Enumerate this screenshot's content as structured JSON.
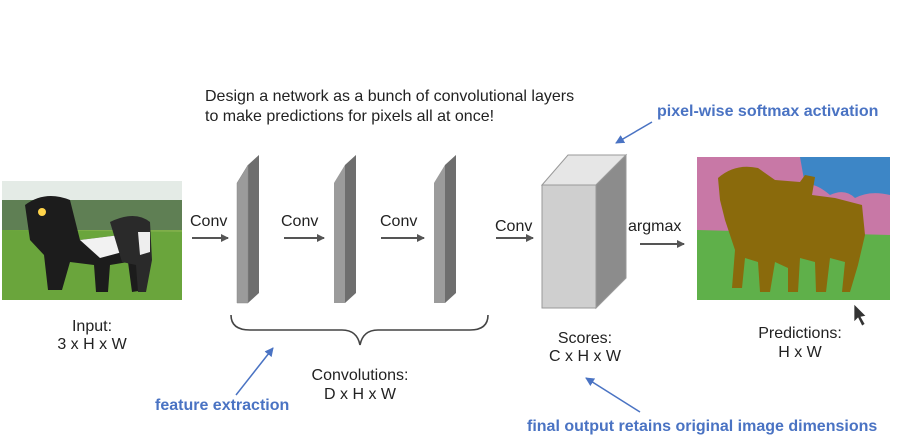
{
  "heading": {
    "line1": "Design a network as a bunch of convolutional layers",
    "line2": "to  make predictions for pixels all at once!"
  },
  "input": {
    "label": "Input:",
    "dims": "3 x H x W"
  },
  "arrows": {
    "conv1": "Conv",
    "conv2": "Conv",
    "conv3": "Conv",
    "conv4": "Conv",
    "argmax": "argmax"
  },
  "convolutions": {
    "label": "Convolutions:",
    "dims": "D x H x W"
  },
  "scores": {
    "label": "Scores:",
    "dims": "C x H x W"
  },
  "predictions": {
    "label": "Predictions:",
    "dims": "H x W"
  },
  "annotations": {
    "softmax": "pixel-wise softmax activation",
    "feature": "feature extraction",
    "final": "final output retains original image dimensions"
  },
  "colors": {
    "annotation": "#4a73c3",
    "grass": "#5fb04a",
    "sky": "#c878a6",
    "blue_region": "#3d86c6",
    "cow": "#8a6a0c"
  }
}
